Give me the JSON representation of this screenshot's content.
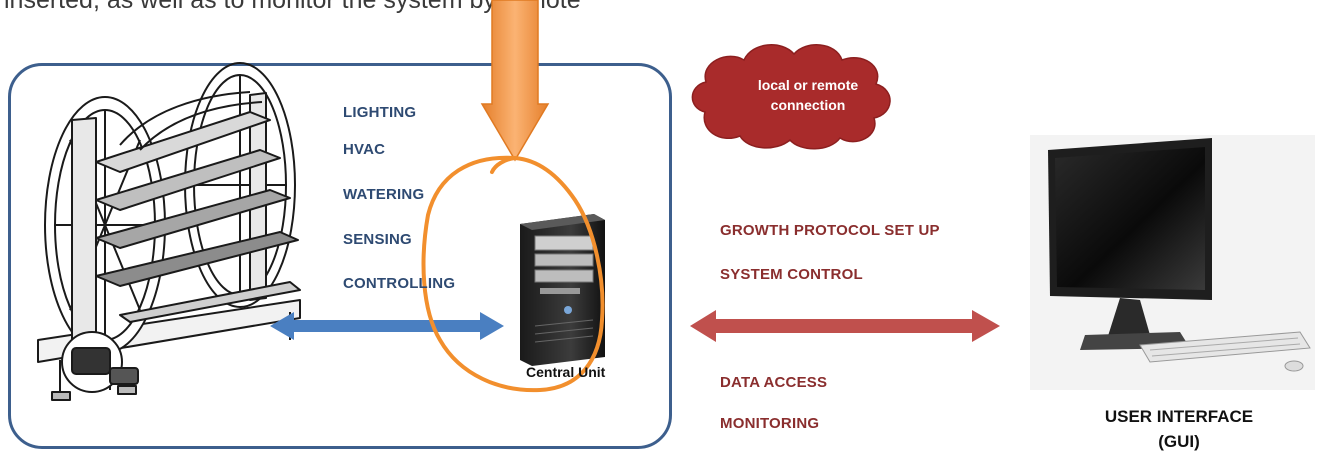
{
  "caption": "inserted, as well as to monitor the system by remote",
  "functions": [
    "LIGHTING",
    "HVAC",
    "WATERING",
    "SENSING",
    "CONTROLLING"
  ],
  "central_unit_label": "Central Unit",
  "cloud_label": "local or remote connection",
  "protocol_items": [
    "GROWTH PROTOCOL SET UP",
    "SYSTEM CONTROL",
    "DATA ACCESS",
    "MONITORING"
  ],
  "gui_label": "USER INTERFACE (GUI)",
  "icons": {
    "machine": "hydroponic-rack-machine-icon",
    "computer": "computer-tower-icon",
    "monitor": "desktop-monitor-icon",
    "cloud": "cloud-icon"
  },
  "colors": {
    "box_border": "#3d5f8d",
    "blue_arrow": "#4a7fc1",
    "red_arrow": "#c0504d",
    "orange_arrow": "#f29a4a",
    "cloud": "#a92b2b",
    "function_text": "#2e4a72",
    "protocol_text": "#8a2e2e"
  }
}
